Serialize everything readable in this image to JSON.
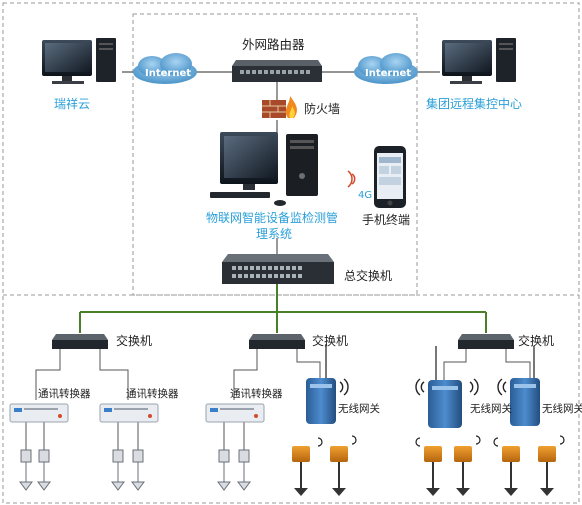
{
  "top": {
    "router_label": "外网路由器",
    "internet_left": "Internet",
    "internet_right": "Internet",
    "firewall_label": "防火墙",
    "cloud_label": "瑞祥云",
    "remote_center_label": "集团远程集控中心",
    "mobile_label": "手机终端",
    "signal_label": "4G",
    "system_label_line1": "物联网智能设备监检测管",
    "system_label_line2": "理系统",
    "core_switch_label": "总交换机"
  },
  "bottom": {
    "switch_labels": [
      "交换机",
      "交换机",
      "交换机"
    ],
    "converter_labels": [
      "通讯转换器",
      "通讯转换器",
      "通讯转换器"
    ],
    "gateway_labels": [
      "无线网关",
      "无线网关",
      "无线网关"
    ]
  },
  "colors": {
    "accent_blue": "#2a9fd8",
    "link_green": "#4a7f2a",
    "dashed_border": "#9a9a9a"
  },
  "icons": [
    "monitor-icon",
    "cloud-icon",
    "router-icon",
    "firewall-icon",
    "switch-icon",
    "phone-icon",
    "gateway-icon",
    "sensor-icon",
    "converter-icon"
  ]
}
